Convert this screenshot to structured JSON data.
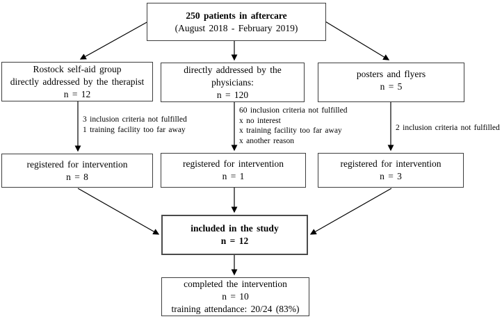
{
  "diagram": {
    "top_box": {
      "line1": "250 patients in aftercare",
      "line2": "(August 2018 - February 2019)"
    },
    "recruit_left": {
      "line1": "Rostock self-aid group",
      "line2": "directly addressed by the therapist",
      "line3": "n = 12"
    },
    "recruit_middle": {
      "line1": "directly addressed by the",
      "line2": "physicians:",
      "line3": "n = 120"
    },
    "recruit_right": {
      "line1": "posters and flyers",
      "line2": "n = 5"
    },
    "registered_left": {
      "line1": "registered for intervention",
      "line2": "n = 8"
    },
    "registered_middle": {
      "line1": "registered for intervention",
      "line2": "n = 1"
    },
    "registered_right": {
      "line1": "registered for intervention",
      "line2": "n = 3"
    },
    "included_box": {
      "line1": "included in the study",
      "line2": "n = 12"
    },
    "completed_box": {
      "line1": "completed the intervention",
      "line2": "n = 10",
      "line3": "training attendance: 20/24 (83%)"
    },
    "notes": {
      "left": [
        "3 inclusion criteria not fulfilled",
        "1 training facility too far away"
      ],
      "middle": [
        "60 inclusion criteria not fulfilled",
        "x no interest",
        "x training facility too far away",
        "x another reason"
      ],
      "right": [
        "2 inclusion criteria not fulfilled"
      ]
    },
    "colors": {
      "box_border": "#3d3d3d",
      "arrow": "#000000",
      "background": "#ffffff",
      "text": "#000000"
    }
  }
}
